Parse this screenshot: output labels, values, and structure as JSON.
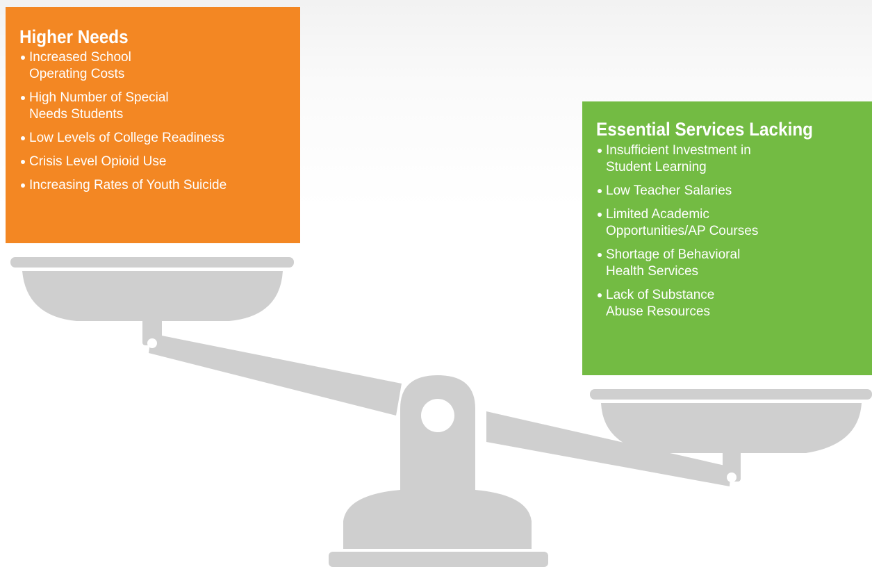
{
  "left_box": {
    "title": "Higher Needs",
    "items": [
      "Increased School\nOperating Costs",
      "High Number of Special\nNeeds Students",
      "Low Levels of College Readiness",
      "Crisis Level Opioid Use",
      "Increasing Rates of Youth Suicide"
    ],
    "color": "#f38723"
  },
  "right_box": {
    "title": "Essential Services Lacking",
    "items": [
      "Insufficient Investment in\nStudent Learning",
      "Low Teacher Salaries",
      "Limited Academic\nOpportunities/AP Courses",
      "Shortage of Behavioral\nHealth Services",
      "Lack of Substance\nAbuse Resources"
    ],
    "color": "#73bb43"
  },
  "scale_color": "#cfcfcf"
}
